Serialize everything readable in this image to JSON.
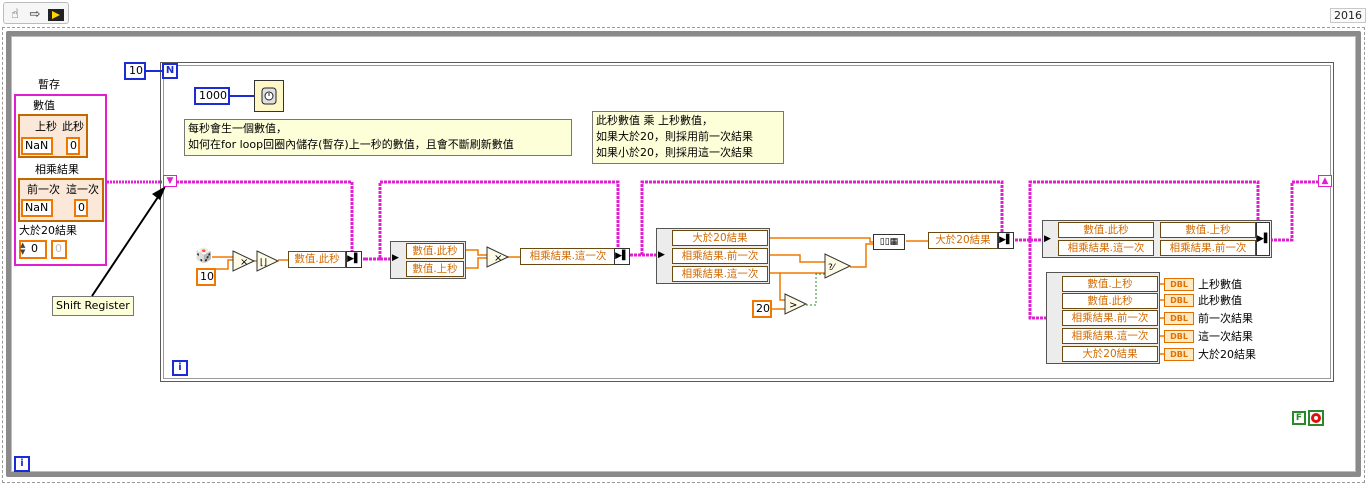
{
  "toolbar": {
    "hand_tool_icon": "hand-icon",
    "arrow_icon": "arrow-right-icon",
    "run_icon": "run-icon",
    "version": "2016"
  },
  "loop": {
    "count_constant": "10",
    "count_terminal": "N",
    "iteration_terminal": "i",
    "outer_iteration_terminal": "i"
  },
  "cluster_storage": {
    "title": "暫存",
    "values_label": "數值",
    "prev_sec_label": "上秒",
    "this_sec_label": "此秒",
    "prev_sec_value": "NaN",
    "this_sec_value": "0",
    "product_label": "相乘結果",
    "prev_time_label": "前一次",
    "this_time_label": "這一次",
    "prev_time_value": "NaN",
    "this_time_value": "0",
    "gt20_label": "大於20結果",
    "gt20_index": "0",
    "gt20_value": "0"
  },
  "callout": {
    "shift_register": "Shift Register"
  },
  "wait": {
    "ms_constant": "1000"
  },
  "notes": {
    "note1_line1": "每秒會生一個數值，",
    "note1_line2": "如何在for loop回圈內儲存(暫存)上一秒的數值，且會不斷刷新數值",
    "note2_line1": "此秒數值   乘   上秒數值，",
    "note2_line2": "如果大於20，則採用前一次結果",
    "note2_line3": "如果小於20，則採用這一次結果"
  },
  "random": {
    "multiplier": "10"
  },
  "bundle1": {
    "label": "數值.此秒"
  },
  "unbundle1": {
    "row1": "數值.此秒",
    "row2": "數值.上秒"
  },
  "bundle2": {
    "label": "相乘結果.這一次"
  },
  "unbundle2": {
    "row1": "大於20結果",
    "row2": "相乘結果.前一次",
    "row3": "相乘結果.這一次"
  },
  "compare": {
    "threshold": "20"
  },
  "bundle3": {
    "label": "大於20結果"
  },
  "bundle4": {
    "row1_in": "數值.此秒",
    "row2_in": "相乘結果.這一次",
    "row1_out": "數值.上秒",
    "row2_out": "相乘結果.前一次"
  },
  "unbundle3": {
    "rows": [
      "數值.上秒",
      "數值.此秒",
      "相乘結果.前一次",
      "相乘結果.這一次",
      "大於20結果"
    ],
    "indicators": [
      "上秒數值",
      "此秒數值",
      "前一次結果",
      "這一次結果",
      "大於20結果"
    ],
    "indicator_type": "DBL"
  },
  "stop": {
    "false_constant": "F"
  },
  "colors": {
    "cluster_wire": "#e020d0",
    "numeric_wire": "#f07800",
    "loop_border": "#6a6a6a"
  }
}
